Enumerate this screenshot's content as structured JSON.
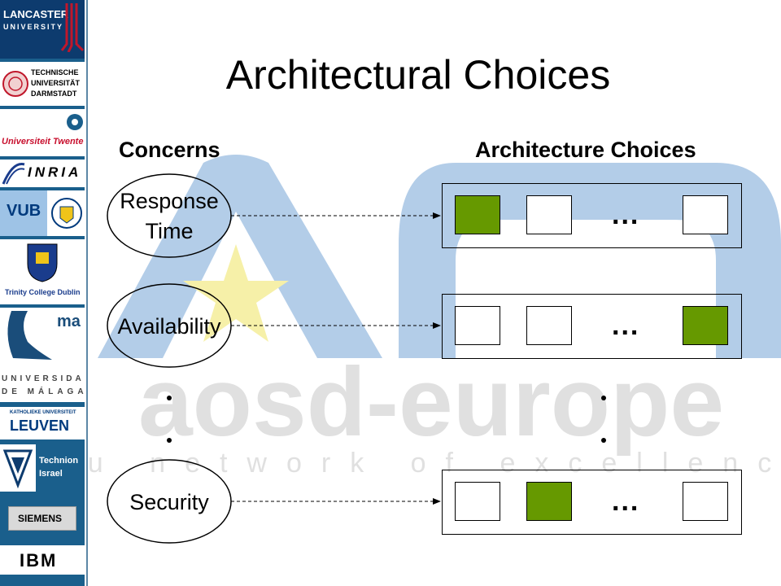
{
  "title": "Architectural Choices",
  "headers": {
    "concerns": "Concerns",
    "choices": "Architecture Choices"
  },
  "concerns": [
    {
      "label_line1": "Response",
      "label_line2": "Time"
    },
    {
      "label": "Availability"
    },
    {
      "label": "Security"
    }
  ],
  "ellipsis": "...",
  "choice_rows": [
    {
      "selected_index": 0
    },
    {
      "selected_index": 3
    },
    {
      "selected_index": 1
    }
  ],
  "colors": {
    "selected": "#669900",
    "sidebar": "#1a5f8c",
    "watermark_blue": "#b3cde8",
    "watermark_grey": "#e0e0e0",
    "watermark_star": "#f6f0a8"
  },
  "watermark": {
    "brand": "aosd-europe",
    "tagline": "eu network of excellence"
  },
  "sidebar_logos": {
    "lancaster_line1": "LANCASTER",
    "lancaster_line2": "UNIVERSITY",
    "darmstadt_line1": "TECHNISCHE",
    "darmstadt_line2": "UNIVERSITÄT",
    "darmstadt_line3": "DARMSTADT",
    "twente": "Universiteit Twente",
    "inria": "INRIA",
    "vub": "VUB",
    "trinity": "Trinity College Dublin",
    "malaga_top": "ma",
    "malaga_line1": "UNIVERSIDAD",
    "malaga_line2": "DE MÁLAGA",
    "leuven_small": "KATHOLIEKE UNIVERSITEIT",
    "leuven": "LEUVEN",
    "technion_line1": "Technion",
    "technion_line2": "Israel",
    "siemens": "SIEMENS",
    "ibm": "IBM"
  }
}
